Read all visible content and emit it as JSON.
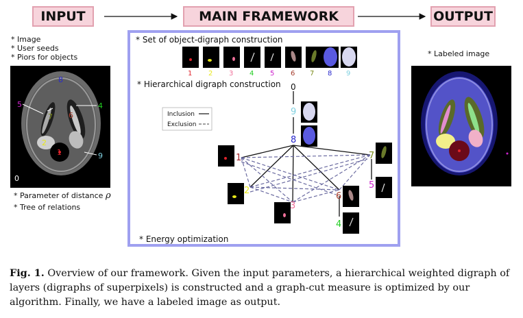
{
  "headers": {
    "input": "INPUT",
    "main": "MAIN FRAMEWORK",
    "output": "OUTPUT"
  },
  "input_notes": [
    "* Image",
    "* User seeds",
    "* Piors  for objects"
  ],
  "input_notes_bottom": [
    "* Parameter of distance ",
    "* Tree of relations"
  ],
  "rho_symbol": "ρ",
  "output_note": "* Labeled image",
  "main": {
    "set_title": "* Set of object-digraph construction",
    "hier_title": "* Hierarchical digraph construction",
    "energy_title": "* Energy optimization",
    "thumb_labels": [
      "1",
      "2",
      "3",
      "4",
      "5",
      "6",
      "7",
      "8",
      "9"
    ],
    "legend": {
      "inclusion": "Inclusion",
      "exclusion": "Exclusion"
    },
    "root_label": "0",
    "nodes": {
      "n9": "9",
      "n8": "8",
      "n1": "1",
      "n2": "2",
      "n3": "3",
      "n6": "6",
      "n4": "4",
      "n7": "7",
      "n5": "5"
    }
  },
  "phantom_labels": {
    "l8": "8",
    "l5": "5",
    "l4": "4",
    "l7": "7",
    "l6": "6",
    "l2": "2",
    "l1": "1",
    "l9": "9",
    "l0": "0"
  },
  "caption": {
    "prefix": "Fig. 1.",
    "text": " Overview of our framework. Given the input parameters, a hierarchical weighted digraph of layers (digraphs of superpixels) is constructed and a graph-cut measure is optimized by our algorithm. Finally, we have a labeled image as output."
  },
  "colors": {
    "header_fill": "#f7d4dc",
    "frame_border": "#9fa0f0",
    "label1": "#e0232b",
    "label2": "#e8e81a",
    "label3": "#f0709a",
    "label4": "#22cc22",
    "label5": "#cc22cc",
    "label6": "#a33a2a",
    "label7": "#7a8a1a",
    "label8": "#2828cc",
    "label9": "#7fd0e0"
  }
}
